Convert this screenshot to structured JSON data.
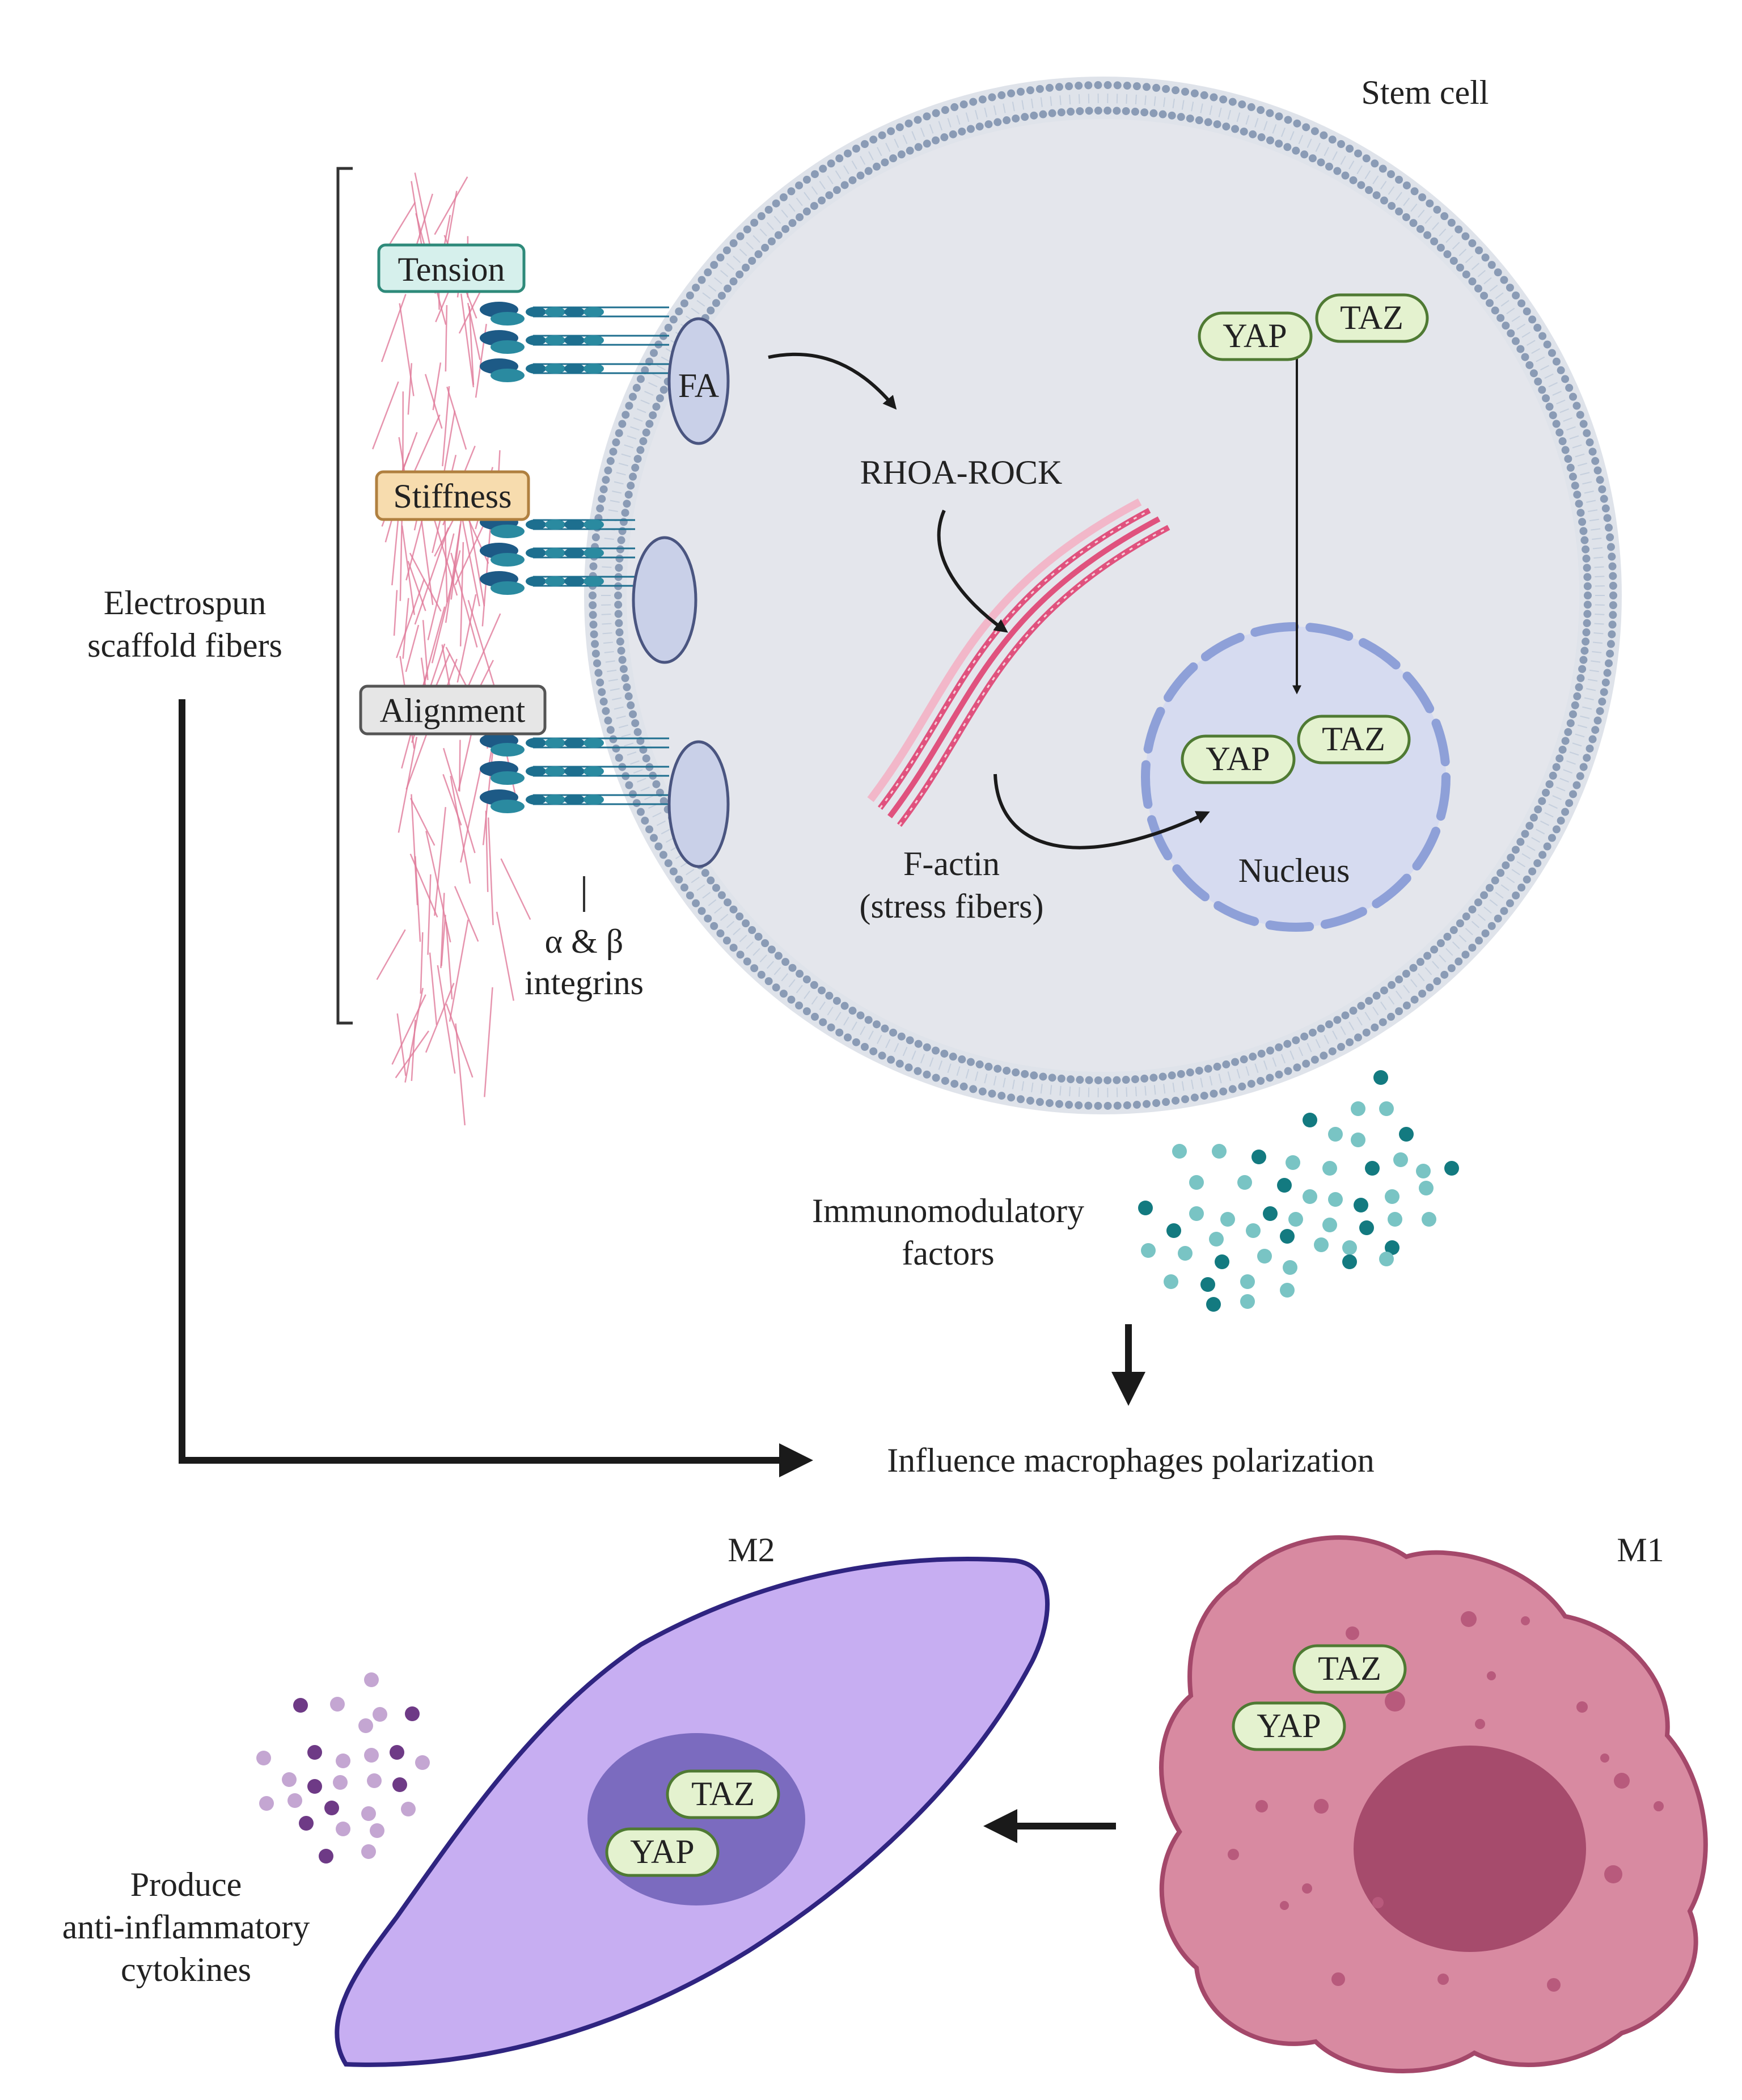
{
  "labels": {
    "stem_cell": "Stem cell",
    "tension": "Tension",
    "stiffness": "Stiffness",
    "alignment": "Alignment",
    "electrospun_1": "Electrospun",
    "electrospun_2": "scaffold fibers",
    "integrins_1": "α & β",
    "integrins_2": "integrins",
    "fa": "FA",
    "rhoa_rock": "RHOA-ROCK",
    "factin_1": "F-actin",
    "factin_2": "(stress fibers)",
    "nucleus": "Nucleus",
    "yap": "YAP",
    "taz": "TAZ",
    "immuno_1": "Immunomodulatory",
    "immuno_2": "factors",
    "influence": "Influence macrophages polarization",
    "m2": "M2",
    "m1": "M1",
    "produce_1": "Produce",
    "produce_2": "anti-inflammatory",
    "produce_3": "cytokines"
  },
  "colors": {
    "cell_fill": "#e4e6ec",
    "membrane_head": "#8a9bb5",
    "membrane_tail": "#c5cfdd",
    "nucleus_fill": "#d6dbf0",
    "nucleus_edge": "#8ea0d8",
    "fa_fill": "#c9d0e8",
    "fa_edge": "#4a5580",
    "fiber": "#e07a9a",
    "actin": "#e0527e",
    "integrin": "#1f6f8f",
    "tension_bg": "#d6f0ec",
    "tension_edge": "#2e8a7a",
    "stiffness_bg": "#f7dcae",
    "stiffness_edge": "#b08040",
    "alignment_bg": "#e6e6e6",
    "alignment_edge": "#555555",
    "pill_bg": "#e4f2cf",
    "pill_edge": "#4f7a33",
    "factor_dark": "#137a80",
    "factor_light": "#79c4c4",
    "m2_fill": "#c7aef2",
    "m2_edge": "#2f2480",
    "m2_nucleus": "#7b6bbf",
    "m1_fill": "#d88aa1",
    "m1_edge": "#a4486a",
    "m1_nucleus": "#a64b6c",
    "cytokine_dark": "#6e3a86",
    "cytokine_light": "#c4a6d2",
    "arrow": "#1a1a1a"
  }
}
